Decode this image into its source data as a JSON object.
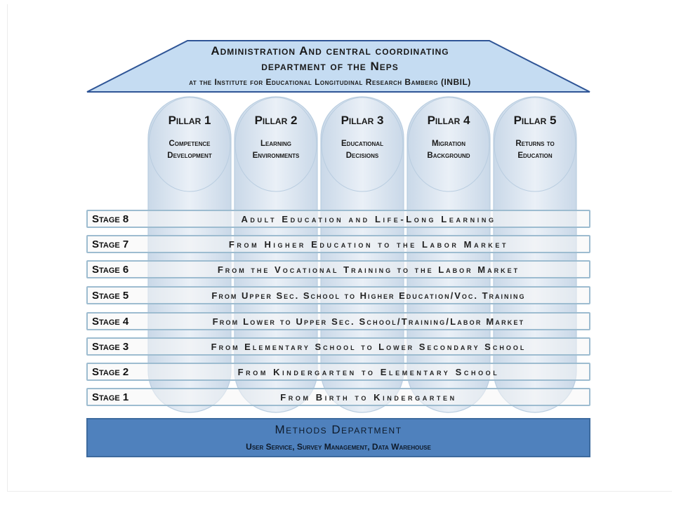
{
  "colors": {
    "roof_fill": "#c5dcf2",
    "roof_stroke": "#2f5596",
    "pillar_fill": "#dce6f1",
    "stage_border": "#9dbcd0",
    "methods_fill": "#4f81bd"
  },
  "roof": {
    "line1": "Administration And central coordinating",
    "line2": "department of the Neps",
    "line3": "at the Institute for Educational Longitudinal Research Bamberg (INBIL)"
  },
  "pillars": [
    {
      "title": "Pillar 1",
      "sub1": "Competence",
      "sub2": "Development"
    },
    {
      "title": "Pillar 2",
      "sub1": "Learning",
      "sub2": "Environments"
    },
    {
      "title": "Pillar 3",
      "sub1": "Educational",
      "sub2": "Decisions"
    },
    {
      "title": "Pillar 4",
      "sub1": "Migration",
      "sub2": "Background"
    },
    {
      "title": "Pillar 5",
      "sub1": "Returns to",
      "sub2": "Education"
    }
  ],
  "stages": [
    {
      "label": "Stage 8",
      "title": "Adult Education and Life-Long Learning"
    },
    {
      "label": "Stage 7",
      "title": "From Higher Education to the Labor Market"
    },
    {
      "label": "Stage 6",
      "title": "From the Vocational Training to the Labor Market"
    },
    {
      "label": "Stage 5",
      "title": "From Upper Sec. School to Higher Education/Voc. Training"
    },
    {
      "label": "Stage 4",
      "title": "From Lower to Upper Sec. School/Training/Labor Market"
    },
    {
      "label": "Stage 3",
      "title": "From Elementary School to Lower Secondary School"
    },
    {
      "label": "Stage 2",
      "title": "From Kindergarten to Elementary School"
    },
    {
      "label": "Stage 1",
      "title": "From Birth to Kindergarten"
    }
  ],
  "methods": {
    "title": "Methods Department",
    "subtitle": "User Service, Survey Management, Data Warehouse"
  }
}
